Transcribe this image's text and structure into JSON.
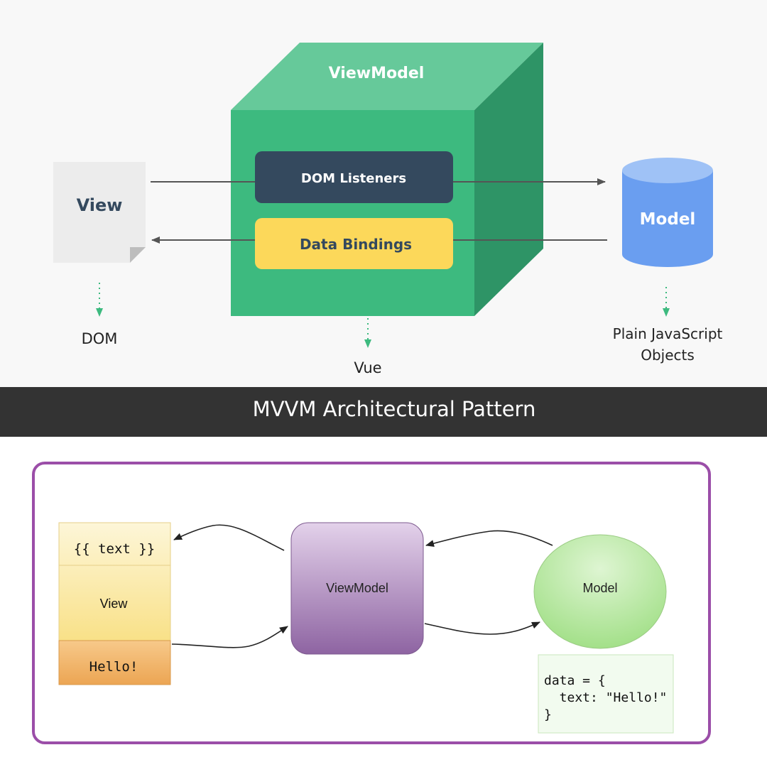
{
  "top": {
    "viewmodel_label": "ViewModel",
    "dom_listeners": "DOM Listeners",
    "data_bindings": "Data Bindings",
    "view_label": "View",
    "model_label": "Model",
    "dom_caption": "DOM",
    "vue_caption": "Vue",
    "plain_js_line1": "Plain JavaScript",
    "plain_js_line2": "Objects"
  },
  "banner": {
    "title": "MVVM Architectural Pattern"
  },
  "bottom": {
    "template_text": "{{ text }}",
    "view_label": "View",
    "hello_text": "Hello!",
    "viewmodel_label": "ViewModel",
    "model_label": "Model",
    "code_line1": "data = {",
    "code_line2": "  text: \"Hello!\"",
    "code_line3": "}"
  },
  "colors": {
    "cube_front": "#3dba7f",
    "cube_top": "#66c99a",
    "cube_side": "#2e9466",
    "dom_listeners_bg": "#34495e",
    "data_bindings_bg": "#fcd85a",
    "model_cylinder": "#6a9ef0",
    "banner_bg": "#333333",
    "frame_border": "#9b4ea8",
    "arrow_green": "#3dba7f"
  }
}
